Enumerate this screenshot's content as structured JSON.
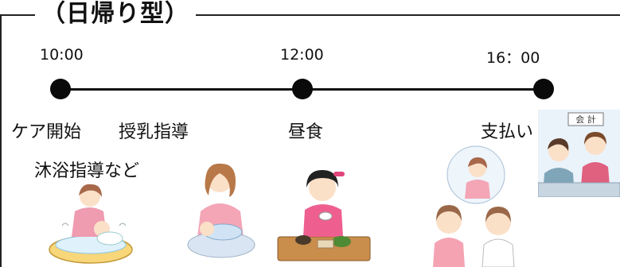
{
  "title": "（日帰り型）",
  "times": [
    "10:00",
    "12:00",
    "16：00"
  ],
  "activities": {
    "care_start": "ケア開始",
    "breastfeeding": "授乳指導",
    "lunch": "昼食",
    "payment": "支払い",
    "bathing": "沐浴指導など"
  },
  "counter_sign": "会 計",
  "illustrations": [
    "baby-bathing-illustration",
    "breastfeeding-illustration",
    "lunch-illustration",
    "consultation-illustration",
    "payment-counter-illustration"
  ]
}
